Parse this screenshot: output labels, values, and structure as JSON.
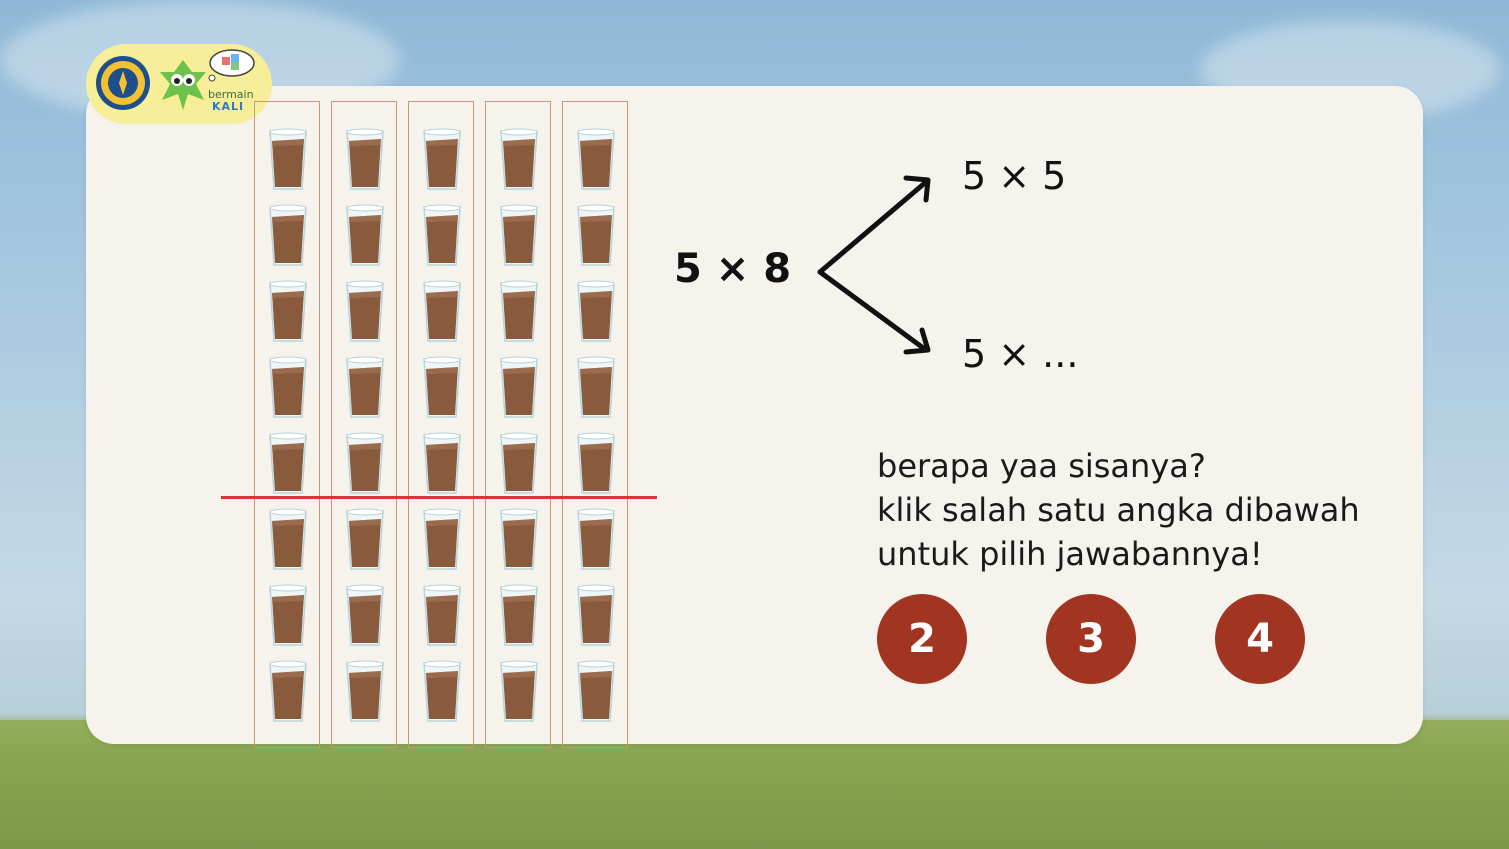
{
  "logo": {
    "text_1": "bermain",
    "text_2": "KALI"
  },
  "problem": {
    "main_expression": "5 × 8",
    "branch_top": "5 × 5",
    "branch_bottom": "5 × ..."
  },
  "illustration": {
    "columns": 5,
    "glasses_per_column": 8,
    "split_after_row": 5
  },
  "instructions": [
    "berapa yaa sisanya?",
    "klik salah satu angka dibawah",
    "untuk pilih jawabannya!"
  ],
  "choices": [
    {
      "label": "2"
    },
    {
      "label": "3"
    },
    {
      "label": "4"
    }
  ],
  "colors": {
    "choice_button": "#a13522",
    "split_line": "#d9343a",
    "column_border": "#c7977e",
    "card": "#f6f2ec",
    "logo_badge": "#f7ee9a"
  }
}
